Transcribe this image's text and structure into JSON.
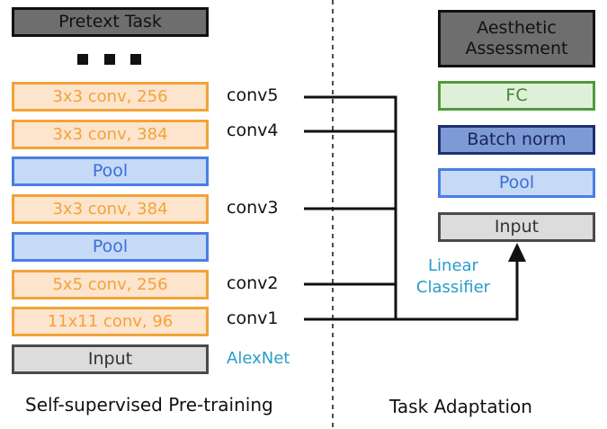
{
  "left": {
    "pretext": "Pretext Task",
    "ellipsis": "▪ ▪ ▪",
    "layers": [
      {
        "label": "3x3 conv, 256",
        "type": "conv",
        "tag": "conv5"
      },
      {
        "label": "3x3 conv, 384",
        "type": "conv",
        "tag": "conv4"
      },
      {
        "label": "Pool",
        "type": "pool",
        "tag": ""
      },
      {
        "label": "3x3 conv, 384",
        "type": "conv",
        "tag": "conv3"
      },
      {
        "label": "Pool",
        "type": "pool",
        "tag": ""
      },
      {
        "label": "5x5 conv, 256",
        "type": "conv",
        "tag": "conv2"
      },
      {
        "label": "11x11 conv, 96",
        "type": "conv",
        "tag": "conv1"
      },
      {
        "label": "Input",
        "type": "input",
        "tag": "AlexNet"
      }
    ],
    "caption": "Self-supervised Pre-training"
  },
  "right": {
    "head": "Aesthetic Assessment",
    "fc": "FC",
    "bn": "Batch norm",
    "pool": "Pool",
    "input": "Input",
    "classifier_label": "Linear Classifier",
    "caption": "Task Adaptation"
  },
  "colors": {
    "conv": "#f2a33a",
    "pool": "#4a7ee3",
    "input": "#4a4a4a",
    "fc": "#4f9a3c",
    "bn": "#1e2f6e",
    "blue_text": "#2a9cc9"
  }
}
